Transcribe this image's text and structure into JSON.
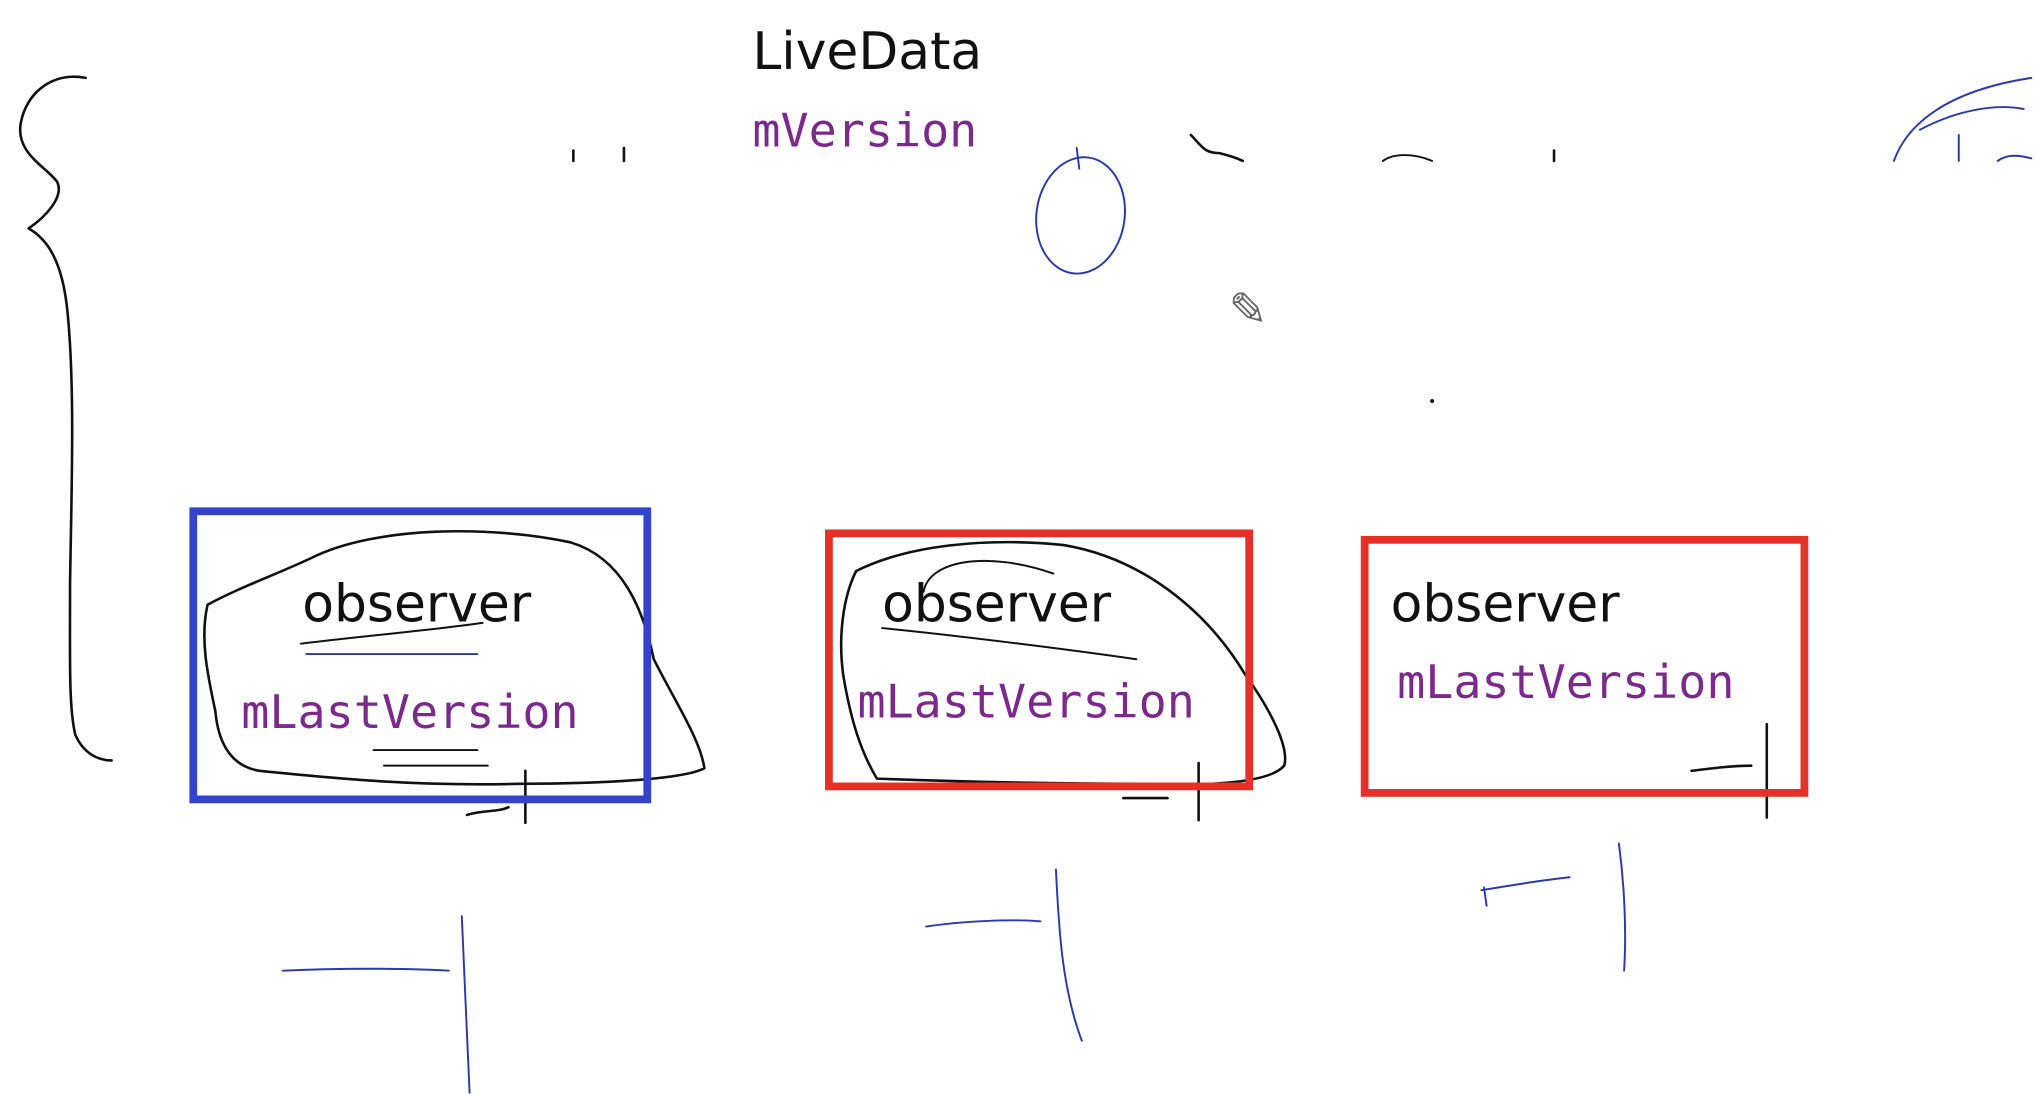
{
  "livedata": {
    "title": "LiveData",
    "field": "mVersion"
  },
  "observers": [
    {
      "label": "observer",
      "field": "mLastVersion",
      "box_color": "#3344cc"
    },
    {
      "label": "observer",
      "field": "mLastVersion",
      "box_color": "#e8302a"
    },
    {
      "label": "observer",
      "field": "mLastVersion",
      "box_color": "#e8302a"
    }
  ],
  "icons": {
    "cursor": "pencil-icon"
  }
}
